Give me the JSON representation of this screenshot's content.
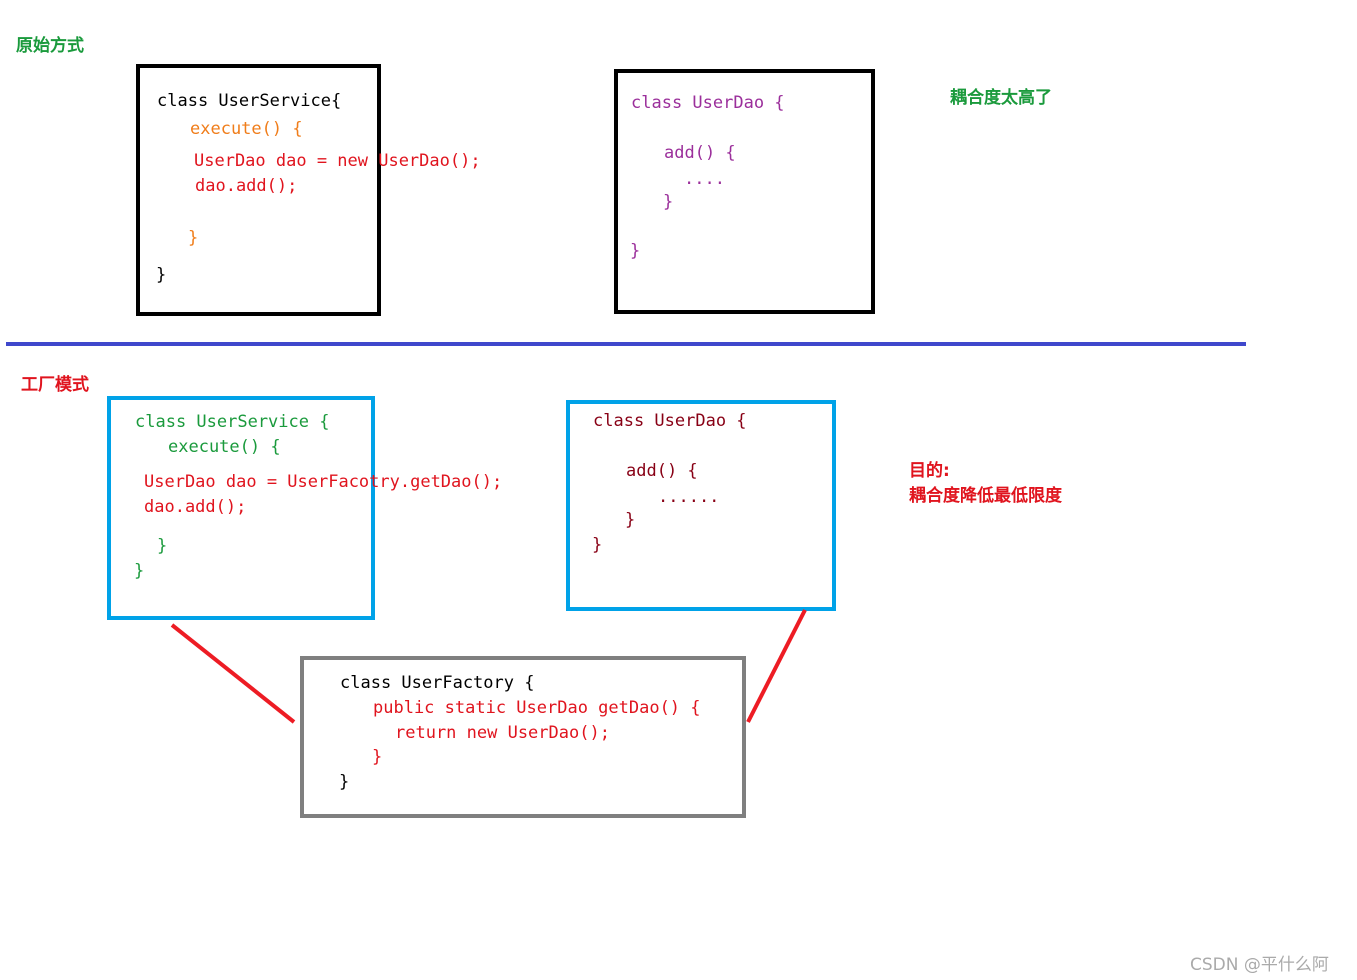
{
  "colors": {
    "green": "#1a9a3c",
    "red": "#e0141e",
    "orange": "#f07d1a",
    "purple": "#9b2f9b",
    "dark_red": "#880015",
    "black": "#000000",
    "blue_divider": "#3f48cc",
    "cyan_box": "#00a2e8",
    "gray_box": "#7f7f7f",
    "connector_red": "#ed1c24"
  },
  "top_section": {
    "label": "原始方式",
    "note": "耦合度太高了",
    "service_box": {
      "line1": "class UserService{",
      "line2": "execute() {",
      "line3": "UserDao dao = new UserDao();",
      "line4": "dao.add();",
      "line5": "}",
      "line6": "}"
    },
    "dao_box": {
      "line1": "class UserDao {",
      "line2": "add() {",
      "line3": "....",
      "line4": "}",
      "line5": "}"
    }
  },
  "bottom_section": {
    "label": "工厂模式",
    "note_title": "目的:",
    "note_text": "耦合度降低最低限度",
    "service_box": {
      "line1": "class UserService {",
      "line2": "execute() {",
      "line3": "UserDao dao = UserFacotry.getDao();",
      "line4": "dao.add();",
      "line5": "}",
      "line6": "}"
    },
    "dao_box": {
      "line1": "class UserDao {",
      "line2": "add() {",
      "line3": "......",
      "line4": "}",
      "line5": "}"
    },
    "factory_box": {
      "line1": "class UserFactory {",
      "line2": "public static UserDao getDao() {",
      "line3": "return new UserDao();",
      "line4": "}",
      "line5": "}"
    }
  },
  "watermark": "CSDN @平什么阿"
}
